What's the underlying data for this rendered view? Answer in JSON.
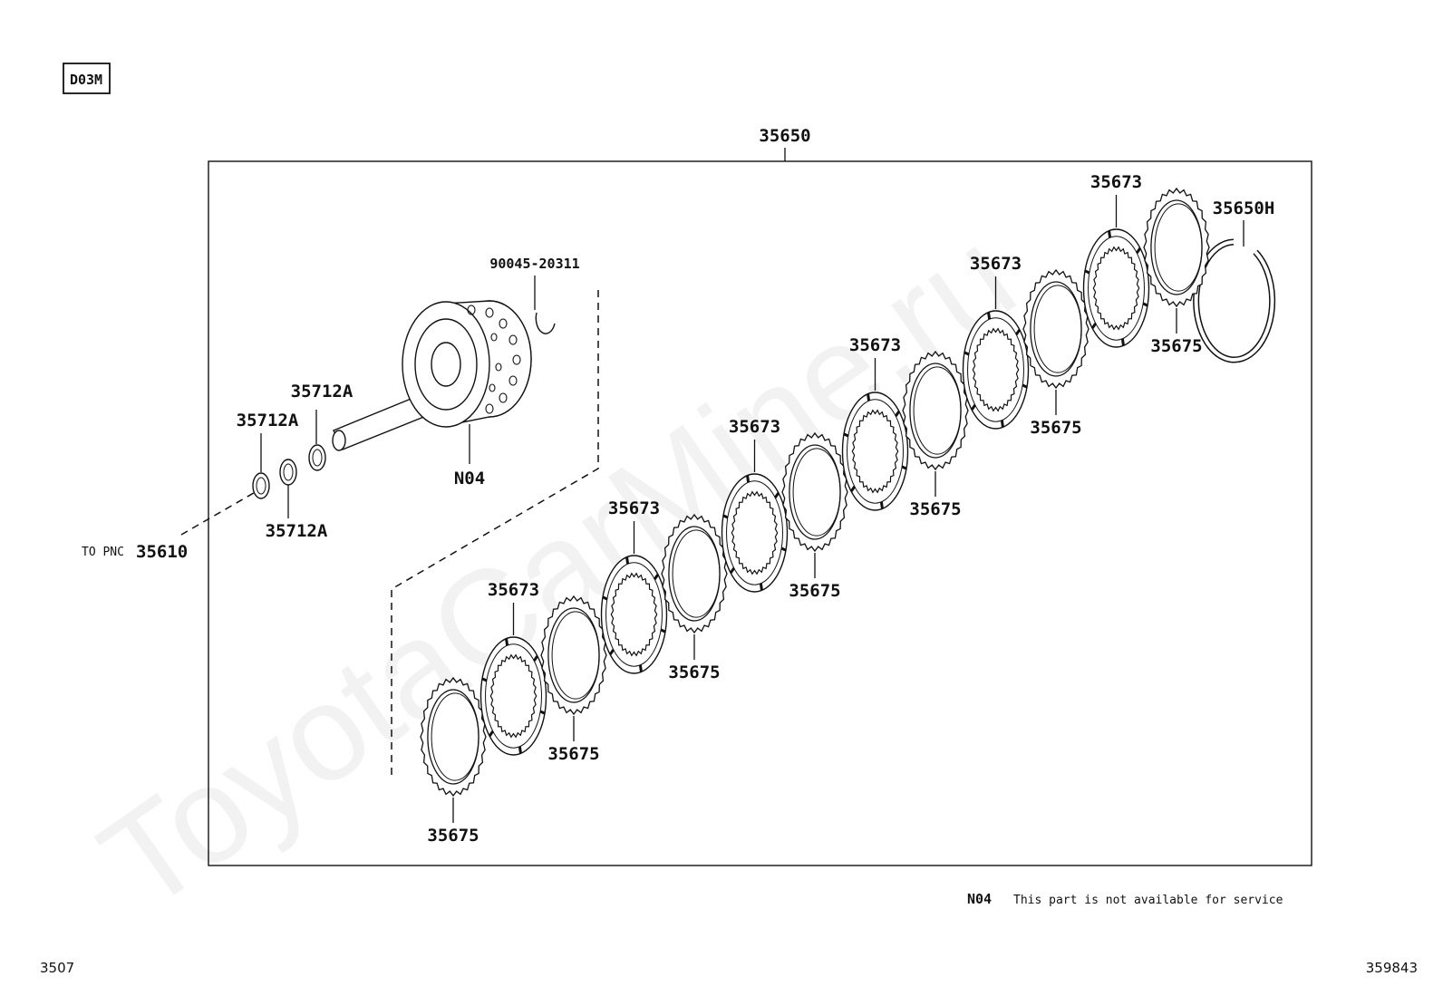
{
  "code_box": "D03M",
  "assembly_number": "35650",
  "to_png_prefix": "TO PNC",
  "to_png_number": "35610",
  "parts": {
    "snap_ring_90045": "90045-20311",
    "n04": "N04",
    "thrust_a_top": "35712A",
    "thrust_a_mid": "35712A",
    "thrust_a_bottom": "35712A",
    "snap_ring_h": "35650H"
  },
  "clutch_stack": [
    {
      "part": "35675",
      "kind": "plate"
    },
    {
      "part": "35673",
      "kind": "disc"
    },
    {
      "part": "35675",
      "kind": "plate"
    },
    {
      "part": "35673",
      "kind": "disc"
    },
    {
      "part": "35675",
      "kind": "plate"
    },
    {
      "part": "35673",
      "kind": "disc"
    },
    {
      "part": "35675",
      "kind": "plate"
    },
    {
      "part": "35673",
      "kind": "disc"
    },
    {
      "part": "35675",
      "kind": "plate"
    },
    {
      "part": "35673",
      "kind": "disc"
    },
    {
      "part": "35675",
      "kind": "plate"
    },
    {
      "part": "35673",
      "kind": "disc"
    },
    {
      "part": "35675",
      "kind": "plate"
    }
  ],
  "note": {
    "code": "N04",
    "text": "This part is not available for service"
  },
  "footer": {
    "left": "3507",
    "right": "359843"
  },
  "watermark": "ToyotaCarMine.ru"
}
